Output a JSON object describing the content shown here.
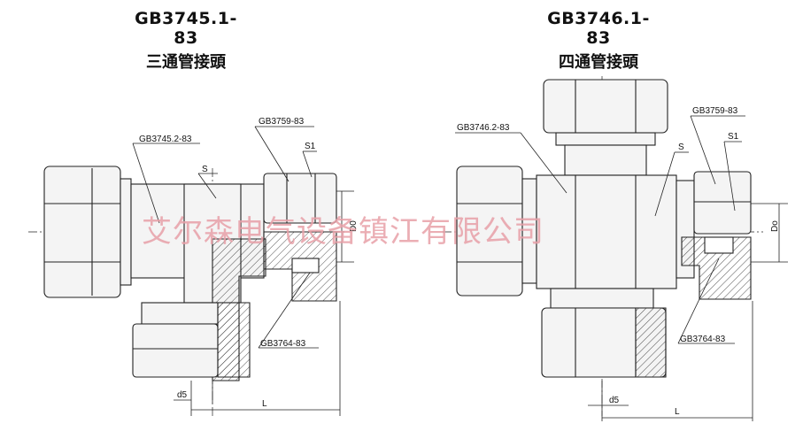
{
  "left": {
    "code": "GB3745.1-83",
    "name": "三通管接頭",
    "labels": {
      "body_std": "GB3745.2-83",
      "nut_std": "GB3759-83",
      "s": "S",
      "s1": "S1",
      "d0": "D0",
      "ring_std": "GB3764-83",
      "d5": "d5",
      "l": "L"
    }
  },
  "right": {
    "code": "GB3746.1-83",
    "name": "四通管接頭",
    "labels": {
      "body_std": "GB3746.2-83",
      "nut_std": "GB3759-83",
      "s": "S",
      "s1": "S1",
      "d0": "Do",
      "ring_std": "GB3764-83",
      "d5": "d5",
      "l": "L"
    }
  },
  "watermark": "艾尔森电气设备镇江有限公司",
  "colors": {
    "line": "#222222",
    "fill": "#f4f4f4",
    "watermark": "#e8a0a8"
  }
}
